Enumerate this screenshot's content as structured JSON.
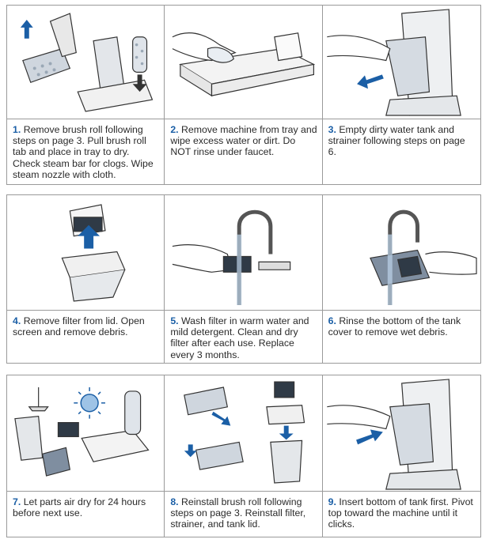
{
  "accent_color": "#1b5fa6",
  "panels": [
    {
      "steps": [
        {
          "num": "1.",
          "text": "Remove brush roll following steps on page 3. Pull brush roll tab and place in tray to dry. Check steam bar for clogs. Wipe steam nozzle with cloth."
        },
        {
          "num": "2.",
          "text": "Remove machine from tray and wipe excess water or dirt. Do NOT rinse under faucet."
        },
        {
          "num": "3.",
          "text": "Empty dirty water tank and strainer following steps on page 6."
        }
      ]
    },
    {
      "steps": [
        {
          "num": "4.",
          "text": "Remove filter from lid. Open screen and remove debris."
        },
        {
          "num": "5.",
          "text": "Wash filter in warm water and mild detergent. Clean and dry filter after each use. Replace every 3 months."
        },
        {
          "num": "6.",
          "text": "Rinse the bottom of the tank cover to remove wet debris."
        }
      ]
    },
    {
      "steps": [
        {
          "num": "7.",
          "text": "Let parts air dry for 24 hours before next use."
        },
        {
          "num": "8.",
          "text": "Reinstall brush roll following steps on page 3. Reinstall filter, strainer, and tank lid."
        },
        {
          "num": "9.",
          "text": "Insert bottom of tank first. Pivot top toward the machine until it clicks."
        }
      ]
    }
  ]
}
